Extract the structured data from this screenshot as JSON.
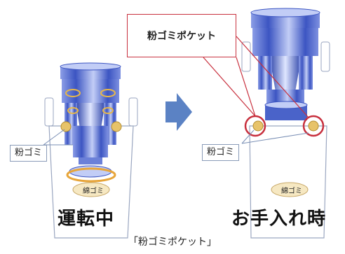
{
  "pocket_label": "粉ゴミポケット",
  "left": {
    "dust_label": "粉ゴミ",
    "fiber_label": "綿ゴミ",
    "mode_label": "運転中"
  },
  "right": {
    "dust_label": "粉ゴミ",
    "fiber_label": "綿ゴミ",
    "mode_label": "お手入れ時"
  },
  "caption": "「粉ゴミポケット」",
  "colors": {
    "body_blue": "#4a63c9",
    "body_light": "#a9b8ee",
    "arrow": "#5b82c4",
    "highlight": "#c8303e",
    "dust": "#e7c36a"
  }
}
